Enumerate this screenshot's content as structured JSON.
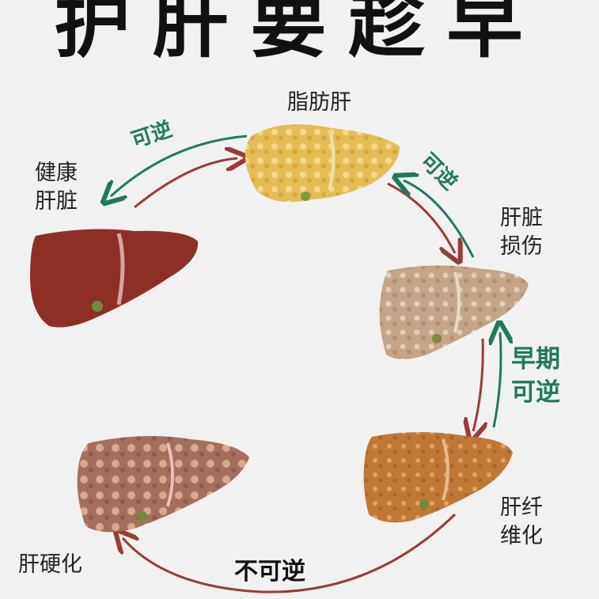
{
  "title": "护肝要趁早",
  "stages": {
    "healthy": "健康\n肝脏",
    "fatty": "脂肪肝",
    "damage": "肝脏\n损伤",
    "fibrosis": "肝纤\n维化",
    "cirrhosis": "肝硬化"
  },
  "transitions": {
    "reversible_top": "可逆",
    "reversible_right": "可逆",
    "early_reversible": "早期\n可逆",
    "irreversible": "不可逆"
  },
  "colors": {
    "green_arrow": "#1f7a5a",
    "red_arrow": "#9a3b34",
    "healthy_liver": "#8e2f25",
    "fatty_liver": "#e7c15a",
    "damaged_liver": "#c8ab8c",
    "fibrosis_liver": "#c27a3a",
    "cirrhosis_liver": "#a97665"
  }
}
